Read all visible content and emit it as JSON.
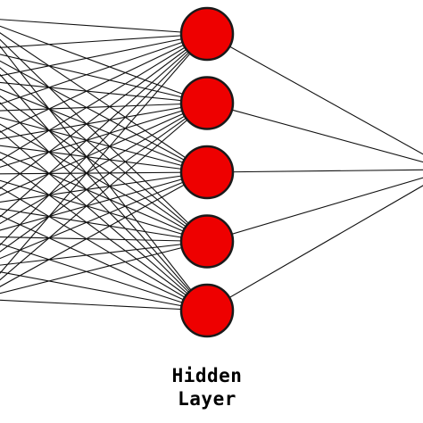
{
  "diagram": {
    "hidden_layer": {
      "label_line1": "Hidden",
      "label_line2": "Layer",
      "node_count": 5,
      "node_color": "#ee0000",
      "node_outline_color": "#1a1a1a"
    },
    "input_layer_node_count": 10,
    "output_layer_node_count": 1,
    "edge_color": "#111111",
    "background_color": "#ffffff"
  }
}
